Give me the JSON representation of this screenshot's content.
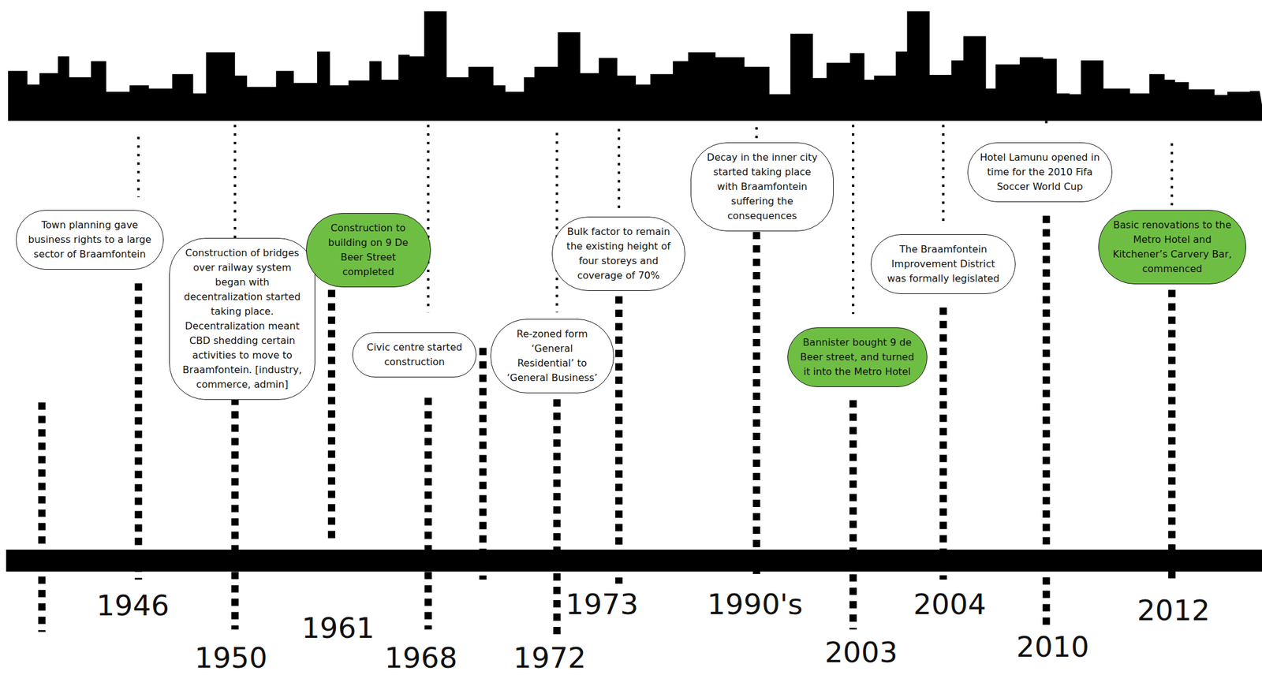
{
  "diagram": {
    "nodes": [
      {
        "text": [
          "Town planning gave business rights to a large sector of Braamfontein"
        ]
      },
      {
        "text": [
          "Construction of bridges over railway system began with decentralization started taking place. Decentralization meant CBD shedding certain activities to move to Braamfontein. [industry, commerce, admin]"
        ]
      },
      {
        "text": [
          "Construction to building on 9 De Beer Street completed"
        ]
      },
      {
        "text": [
          "Civic centre started construction"
        ]
      },
      {
        "text": [
          "Re-zoned form ‘General Residential’ to ‘General Business’"
        ]
      },
      {
        "text": [
          "Bulk factor to remain the existing height of four storeys and coverage of 70%"
        ]
      },
      {
        "text": [
          "Decay in the inner city started taking place with Braamfontein suffering the consequences"
        ]
      },
      {
        "text": [
          "Bannister bought 9 de Beer street, and turned it into the Metro Hotel"
        ]
      },
      {
        "text": [
          "The Braamfontein Improvement District was formally legislated"
        ]
      },
      {
        "text": [
          "Hotel Lamunu opened in time for the 2010 Fifa Soccer World Cup"
        ]
      },
      {
        "text": [
          "Basic renovations to the Metro Hotel and Kitchener’s Carvery Bar, commenced"
        ]
      }
    ],
    "labels": [
      "1946",
      "1950",
      "1961",
      "1968",
      "1972",
      "1973",
      "1990's",
      "2003",
      "2004",
      "2010",
      "2012"
    ]
  }
}
